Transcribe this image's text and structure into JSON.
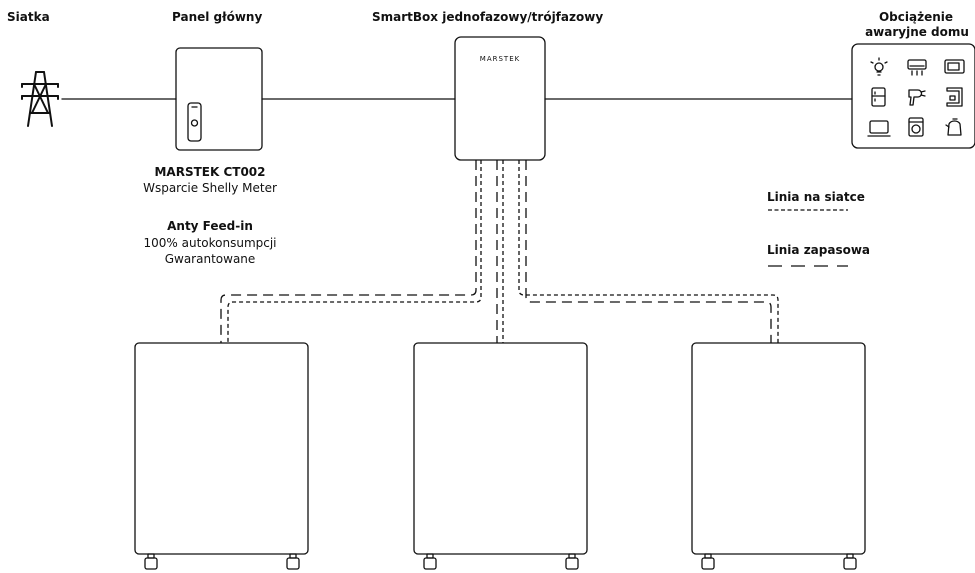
{
  "labels": {
    "grid": "Siatka",
    "main_panel": "Panel główny",
    "smartbox": "SmartBox jednofazowy/trójfazowy",
    "backup_load_line1": "Obciążenie",
    "backup_load_line2": "awaryjne domu"
  },
  "smartbox_brand": "MARSTEK",
  "ct_caption": {
    "model": "MARSTEK CT002",
    "support": "Wsparcie Shelly Meter",
    "feature_title": "Anty Feed-in",
    "feature_line1": "100% autokonsumpcji",
    "feature_line2": "Gwarantowane"
  },
  "legend": {
    "grid_line": "Linia na siatce",
    "backup_line": "Linia zapasowa"
  },
  "appliance_icons": [
    "bulb-icon",
    "air-conditioner-icon",
    "microwave-icon",
    "fridge-icon",
    "hair-dryer-icon",
    "coffee-machine-icon",
    "tv-icon",
    "washing-machine-icon",
    "kettle-icon"
  ],
  "colors": {
    "line": "#111111",
    "background": "#ffffff"
  }
}
